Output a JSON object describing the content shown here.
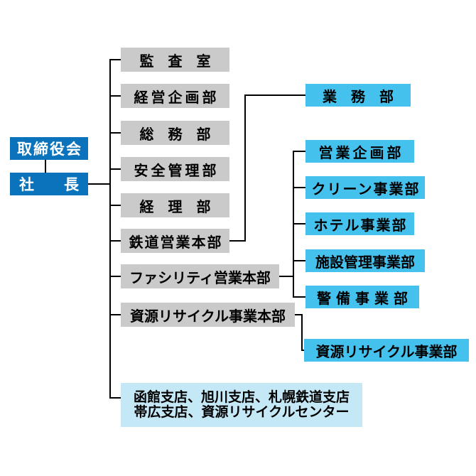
{
  "org": {
    "board": "取締役会",
    "president": "社　　長",
    "departments": {
      "audit": "監　査　室",
      "corporate_planning": "経営企画部",
      "general_affairs": "総　務　部",
      "safety_management": "安全管理部",
      "accounting": "経　理　部",
      "railway_hq": "鉄道営業本部",
      "facility_hq": "ファシリティ営業本部",
      "recycling_hq": "資源リサイクル事業本部"
    },
    "sub_departments": {
      "operations": "業　務　部",
      "sales_planning": "営業企画部",
      "clean": "クリーン事業部",
      "hotel": "ホテル事業部",
      "facility_management": "施設管理事業部",
      "security": "警備事業部",
      "recycling": "資源リサイクル事業部"
    },
    "branches_line1": "函館支店、旭川支店、札幌鉄道支店",
    "branches_line2": "帯広支店、資源リサイクルセンター",
    "colors": {
      "executive_blue": "#0a73bc",
      "department_gray": "#cacaca",
      "sub_department_cyan": "#45c1ee",
      "branches_pale_blue": "#c5e8f6",
      "connector_black": "#000000"
    }
  }
}
